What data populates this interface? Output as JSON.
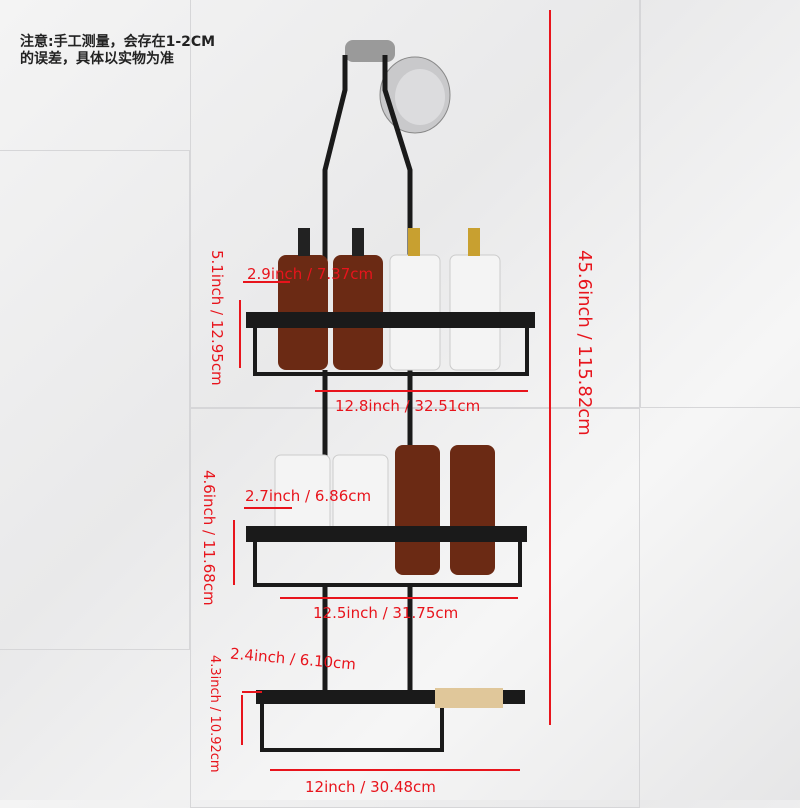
{
  "note": {
    "line1": "注意:手工测量，会存在1-2CM",
    "line2": "的误差，具体以实物为准"
  },
  "dimensions": {
    "total_height": "45.6inch / 115.82cm",
    "top_shelf_height": "5.1inch / 12.95cm",
    "top_shelf_depth": "2.9inch / 7.37cm",
    "top_shelf_width": "12.8inch / 32.51cm",
    "middle_shelf_height": "4.6inch / 11.68cm",
    "middle_shelf_depth": "2.7inch / 6.86cm",
    "middle_shelf_width": "12.5inch / 31.75cm",
    "bottom_shelf_depth": "2.4inch / 6.10cm",
    "bottom_shelf_height": "4.3inch / 10.92cm",
    "bottom_shelf_width": "12inch / 30.48cm"
  },
  "colors": {
    "annotation": "#e8141c",
    "rack": "#1a1a1a",
    "amber_bottle": "#6b2a14"
  }
}
